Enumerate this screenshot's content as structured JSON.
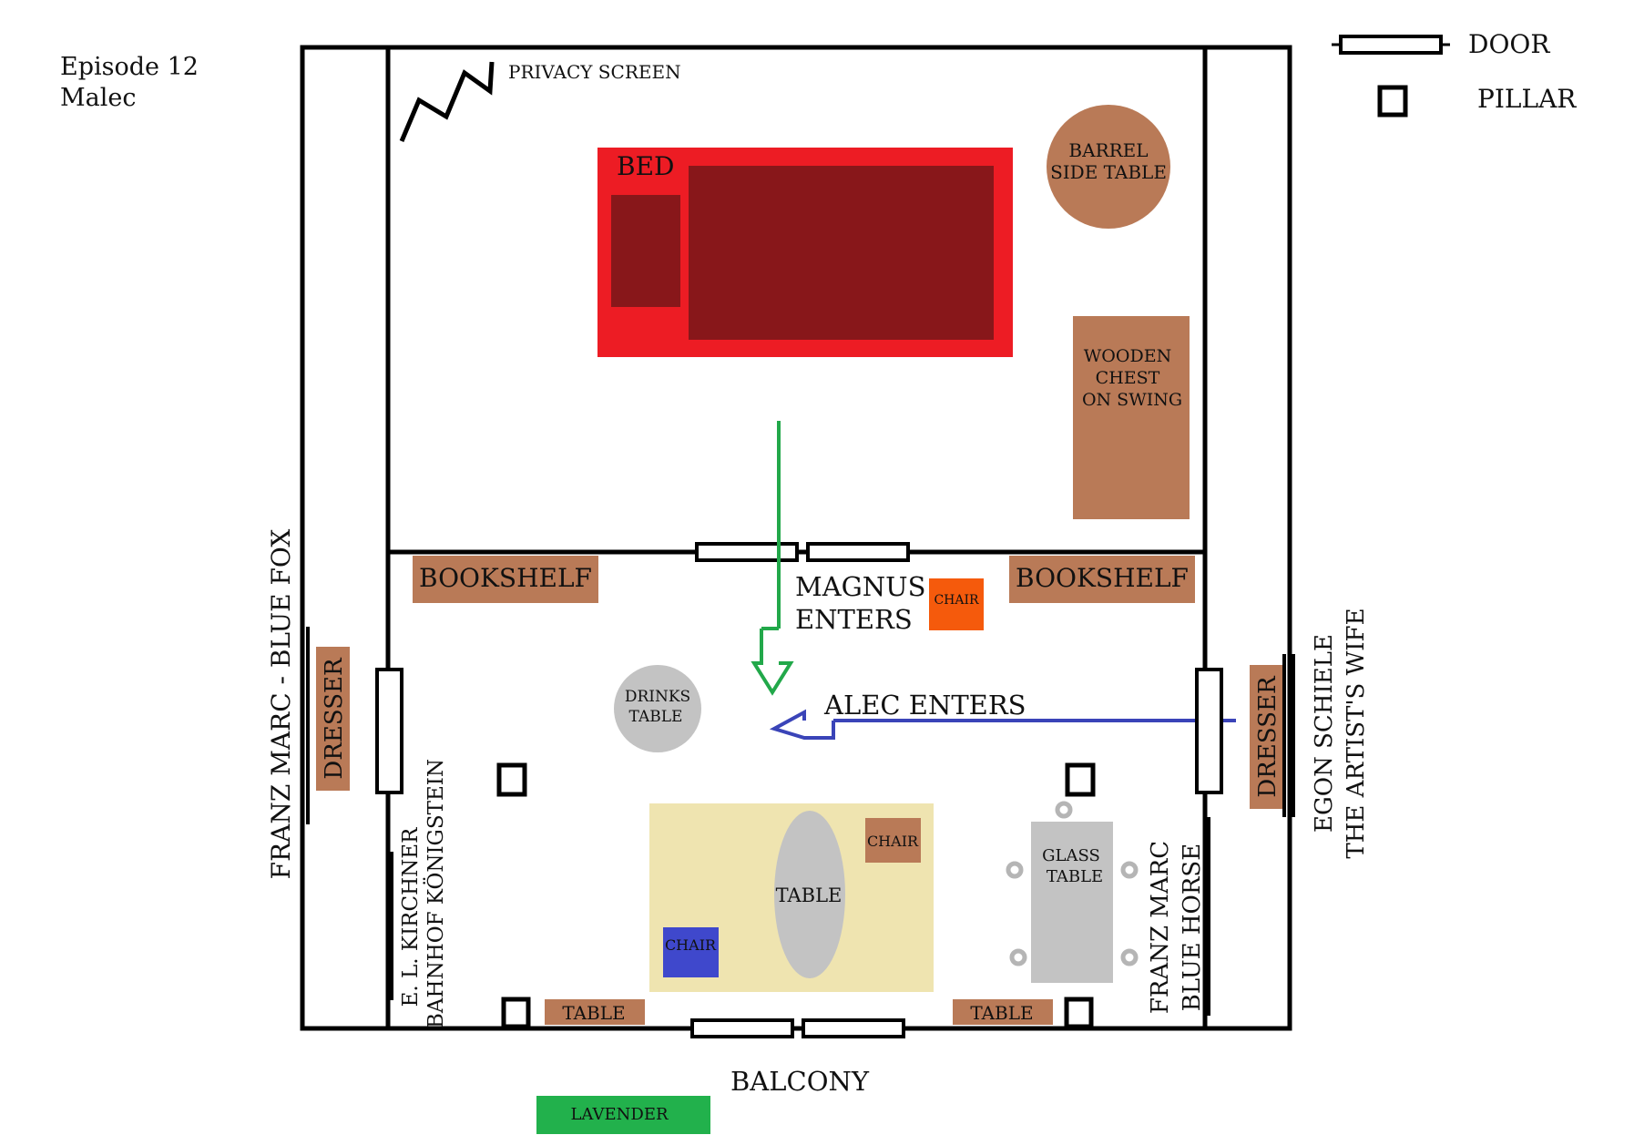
{
  "episode": {
    "title": "Episode 12",
    "subtitle": "Malec"
  },
  "legend": {
    "door": "DOOR",
    "pillar": "PILLAR"
  },
  "colors": {
    "wall": "#000000",
    "bed_frame": "#ed1c24",
    "bed_dark": "#88171a",
    "wood": "#b97a57",
    "orange_chair": "#f55a0c",
    "blue_chair": "#3f48cc",
    "rug": "#efe4b0",
    "gray": "#c3c3c3",
    "lavender": "#22b14c",
    "magnus_arrow": "#22a84a",
    "alec_arrow": "#3a44b8"
  },
  "labels": {
    "privacy_screen": "PRIVACY SCREEN",
    "bed": "BED",
    "barrel_side_table_1": "BARREL",
    "barrel_side_table_2": "SIDE TABLE",
    "wooden_chest_1": "WOODEN",
    "wooden_chest_2": "CHEST",
    "wooden_chest_3": "ON SWING",
    "bookshelf_left": "BOOKSHELF",
    "bookshelf_right": "BOOKSHELF",
    "magnus_1": "MAGNUS",
    "magnus_2": "ENTERS",
    "alec": "ALEC ENTERS",
    "chair_orange": "CHAIR",
    "drinks_table_1": "DRINKS",
    "drinks_table_2": "TABLE",
    "dresser_left": "DRESSER",
    "dresser_right": "DRESSER",
    "table_center": "TABLE",
    "chair_brown": "CHAIR",
    "chair_blue": "CHAIR",
    "glass_table_1": "GLASS",
    "glass_table_2": "TABLE",
    "table_bottom_left": "TABLE",
    "table_bottom_right": "TABLE",
    "balcony": "BALCONY",
    "lavender": "LAVENDER",
    "painting_left_outer": "FRANZ MARC - BLUE FOX",
    "painting_left_inner_1": "E. L. KIRCHNER",
    "painting_left_inner_2": "BAHNHOF KÖNIGSTEIN",
    "painting_right_inner_1": "FRANZ MARC",
    "painting_right_inner_2": "BLUE HORSE",
    "painting_right_outer_1": "EGON SCHIELE",
    "painting_right_outer_2": "THE ARTIST'S WIFE"
  }
}
